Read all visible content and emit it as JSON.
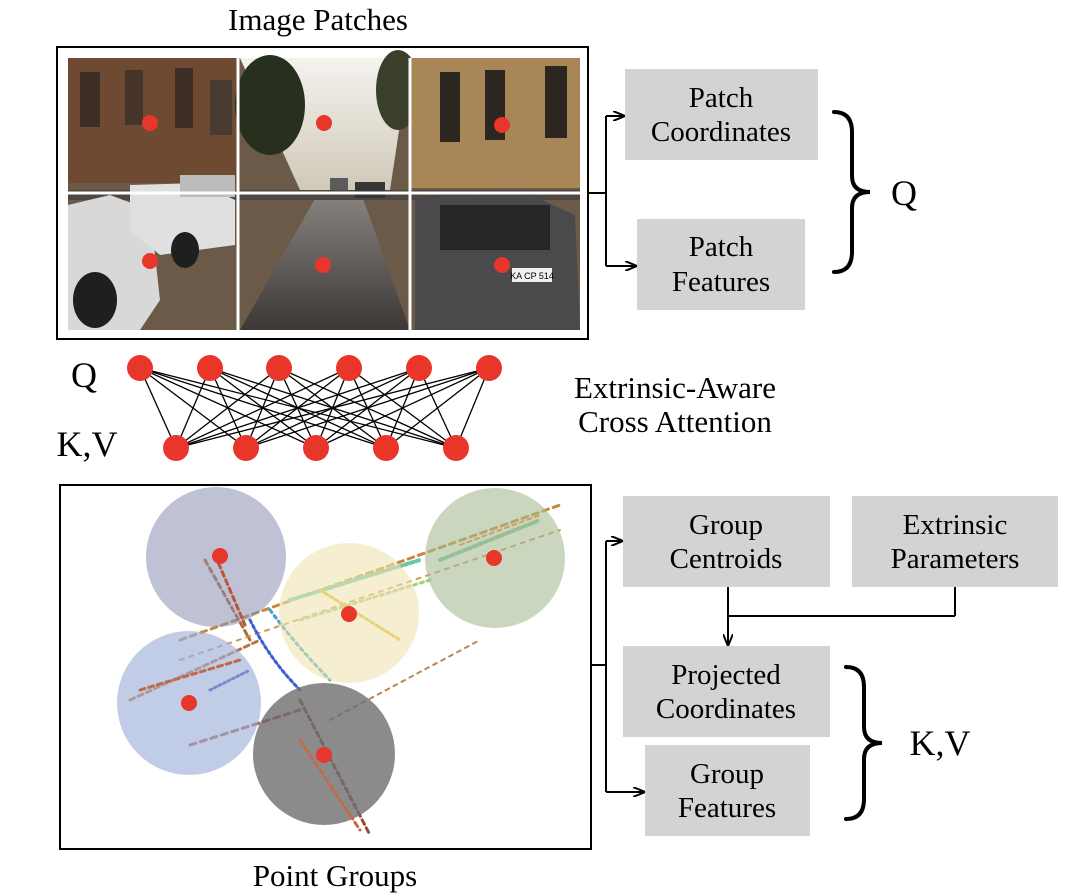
{
  "titles": {
    "image_patches": "Image Patches",
    "point_groups": "Point Groups",
    "attention_1": "Extrinsic-Aware",
    "attention_2": "Cross Attention"
  },
  "labels": {
    "q_left": "Q",
    "kv_left": "K,V",
    "q_right": "Q",
    "kv_right": "K,V"
  },
  "boxes": {
    "patch_coordinates": [
      "Patch",
      "Coordinates"
    ],
    "patch_features": [
      "Patch",
      "Features"
    ],
    "group_centroids": [
      "Group",
      "Centroids"
    ],
    "extrinsic_parameters": [
      "Extrinsic",
      "Parameters"
    ],
    "projected_coordinates": [
      "Projected",
      "Coordinates"
    ],
    "group_features": [
      "Group",
      "Features"
    ]
  },
  "colors": {
    "box_fill": "#d3d3d3",
    "node_red": "#e8362b",
    "street_sky": "#e9e6dc",
    "circle_blue_gray": "#8b8fb3",
    "circle_yellow": "#efe3b0",
    "circle_green": "#a7bb91",
    "circle_blue": "#9fb0d8",
    "circle_gray": "#6e6e6e"
  },
  "license_plate": "KA CP 514"
}
